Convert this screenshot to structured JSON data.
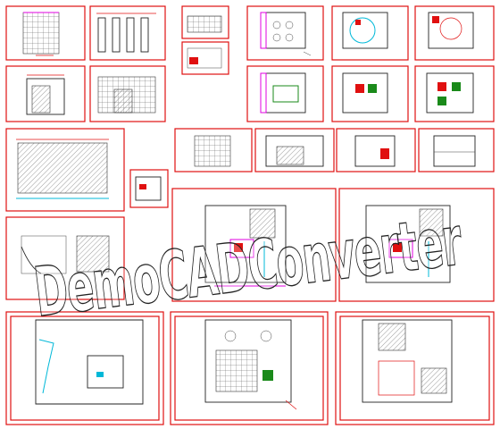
{
  "watermark": {
    "text": "DemoCADConverter",
    "stroke": "#222222"
  },
  "colors": {
    "frame": "#e01010",
    "wall": "#222222",
    "magenta": "#e000e0",
    "cyan": "#00b8d8",
    "green": "#1a8a1a"
  },
  "sheets": [
    {
      "kind": "elevation-grid"
    },
    {
      "kind": "elevation-columns"
    },
    {
      "kind": "detail-small"
    },
    {
      "kind": "plan-furniture"
    },
    {
      "kind": "plan-round"
    },
    {
      "kind": "plan-ceiling"
    },
    {
      "kind": "detail-small"
    },
    {
      "kind": "elevation-door"
    },
    {
      "kind": "elevation-tile"
    },
    {
      "kind": "plan-furniture"
    },
    {
      "kind": "plan-furniture"
    },
    {
      "kind": "plan-furniture"
    },
    {
      "kind": "section-large"
    },
    {
      "kind": "stair-detail"
    },
    {
      "kind": "stair-plan"
    },
    {
      "kind": "elevation-cabinet"
    },
    {
      "kind": "elevation-cabinet"
    },
    {
      "kind": "section-large"
    },
    {
      "kind": "detail-small"
    },
    {
      "kind": "floor-plan-large"
    },
    {
      "kind": "floor-plan-large"
    },
    {
      "kind": "floor-plan-outline"
    },
    {
      "kind": "floor-plan-furnished"
    },
    {
      "kind": "floor-plan-ceiling"
    }
  ]
}
